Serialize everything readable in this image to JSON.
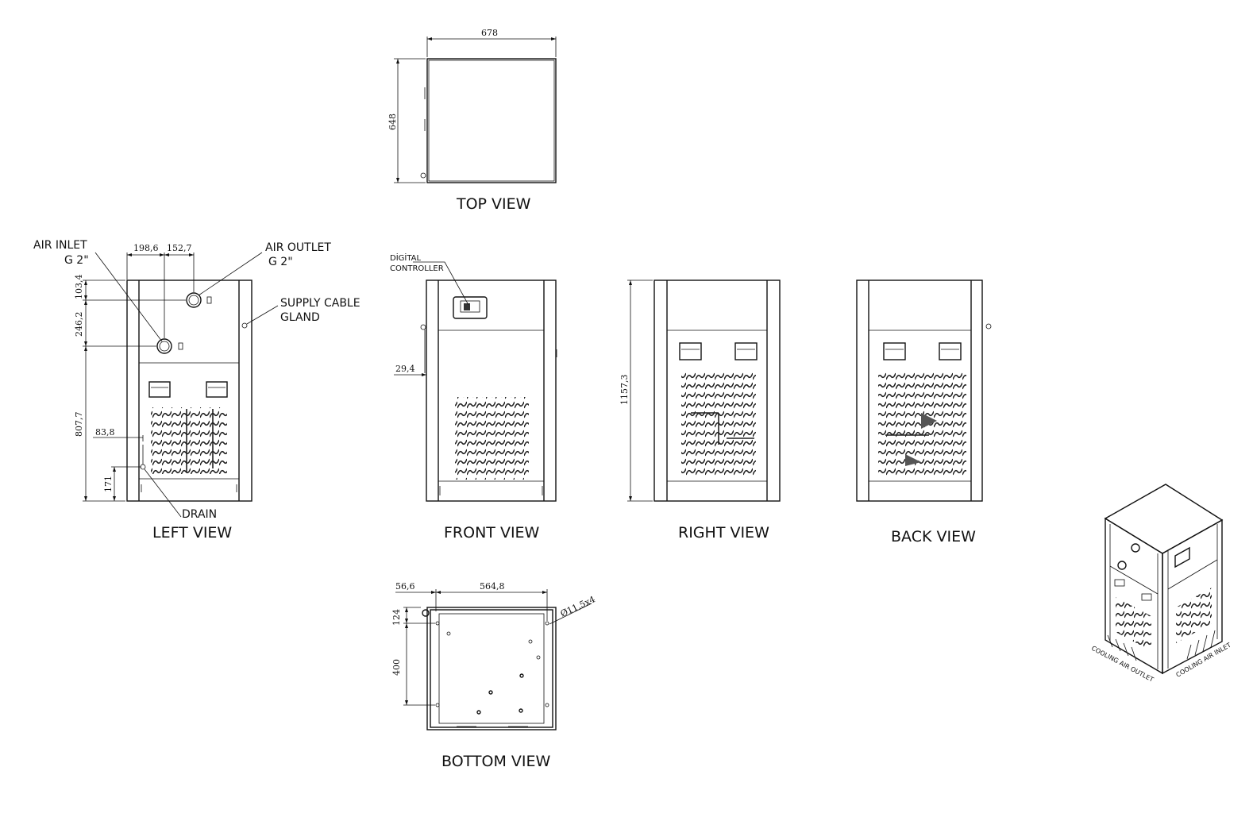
{
  "views": {
    "top": "TOP VIEW",
    "left": "LEFT VIEW",
    "front": "FRONT VIEW",
    "right": "RIGHT VIEW",
    "back": "BACK VIEW",
    "bottom": "BOTTOM VIEW"
  },
  "callouts": {
    "air_inlet": "AIR INLET",
    "air_inlet_size": "G 2\"",
    "air_outlet": "AIR OUTLET",
    "air_outlet_size": "G 2\"",
    "supply_cable_1": "SUPPLY CABLE",
    "supply_cable_2": "GLAND",
    "drain": "DRAIN",
    "digital_1": "DİGİTAL",
    "digital_2": "CONTROLLER",
    "cooling_outlet": "COOLING AIR OUTLET",
    "cooling_inlet": "COOLING AIR INLET"
  },
  "dims": {
    "top_width": "678",
    "top_depth": "648",
    "left_inlet_x": "198,6",
    "left_outlet_x": "152,7",
    "left_top": "103,4",
    "left_spacing": "246,2",
    "left_inlet_height": "807,7",
    "left_drain_x": "83,8",
    "left_drain_height": "171",
    "front_offset": "29,4",
    "right_height": "1157,3",
    "bottom_offset": "56,6",
    "bottom_width": "564,8",
    "bottom_top": "124",
    "bottom_spacing": "400",
    "bottom_holes": "Ø11,5x4"
  }
}
